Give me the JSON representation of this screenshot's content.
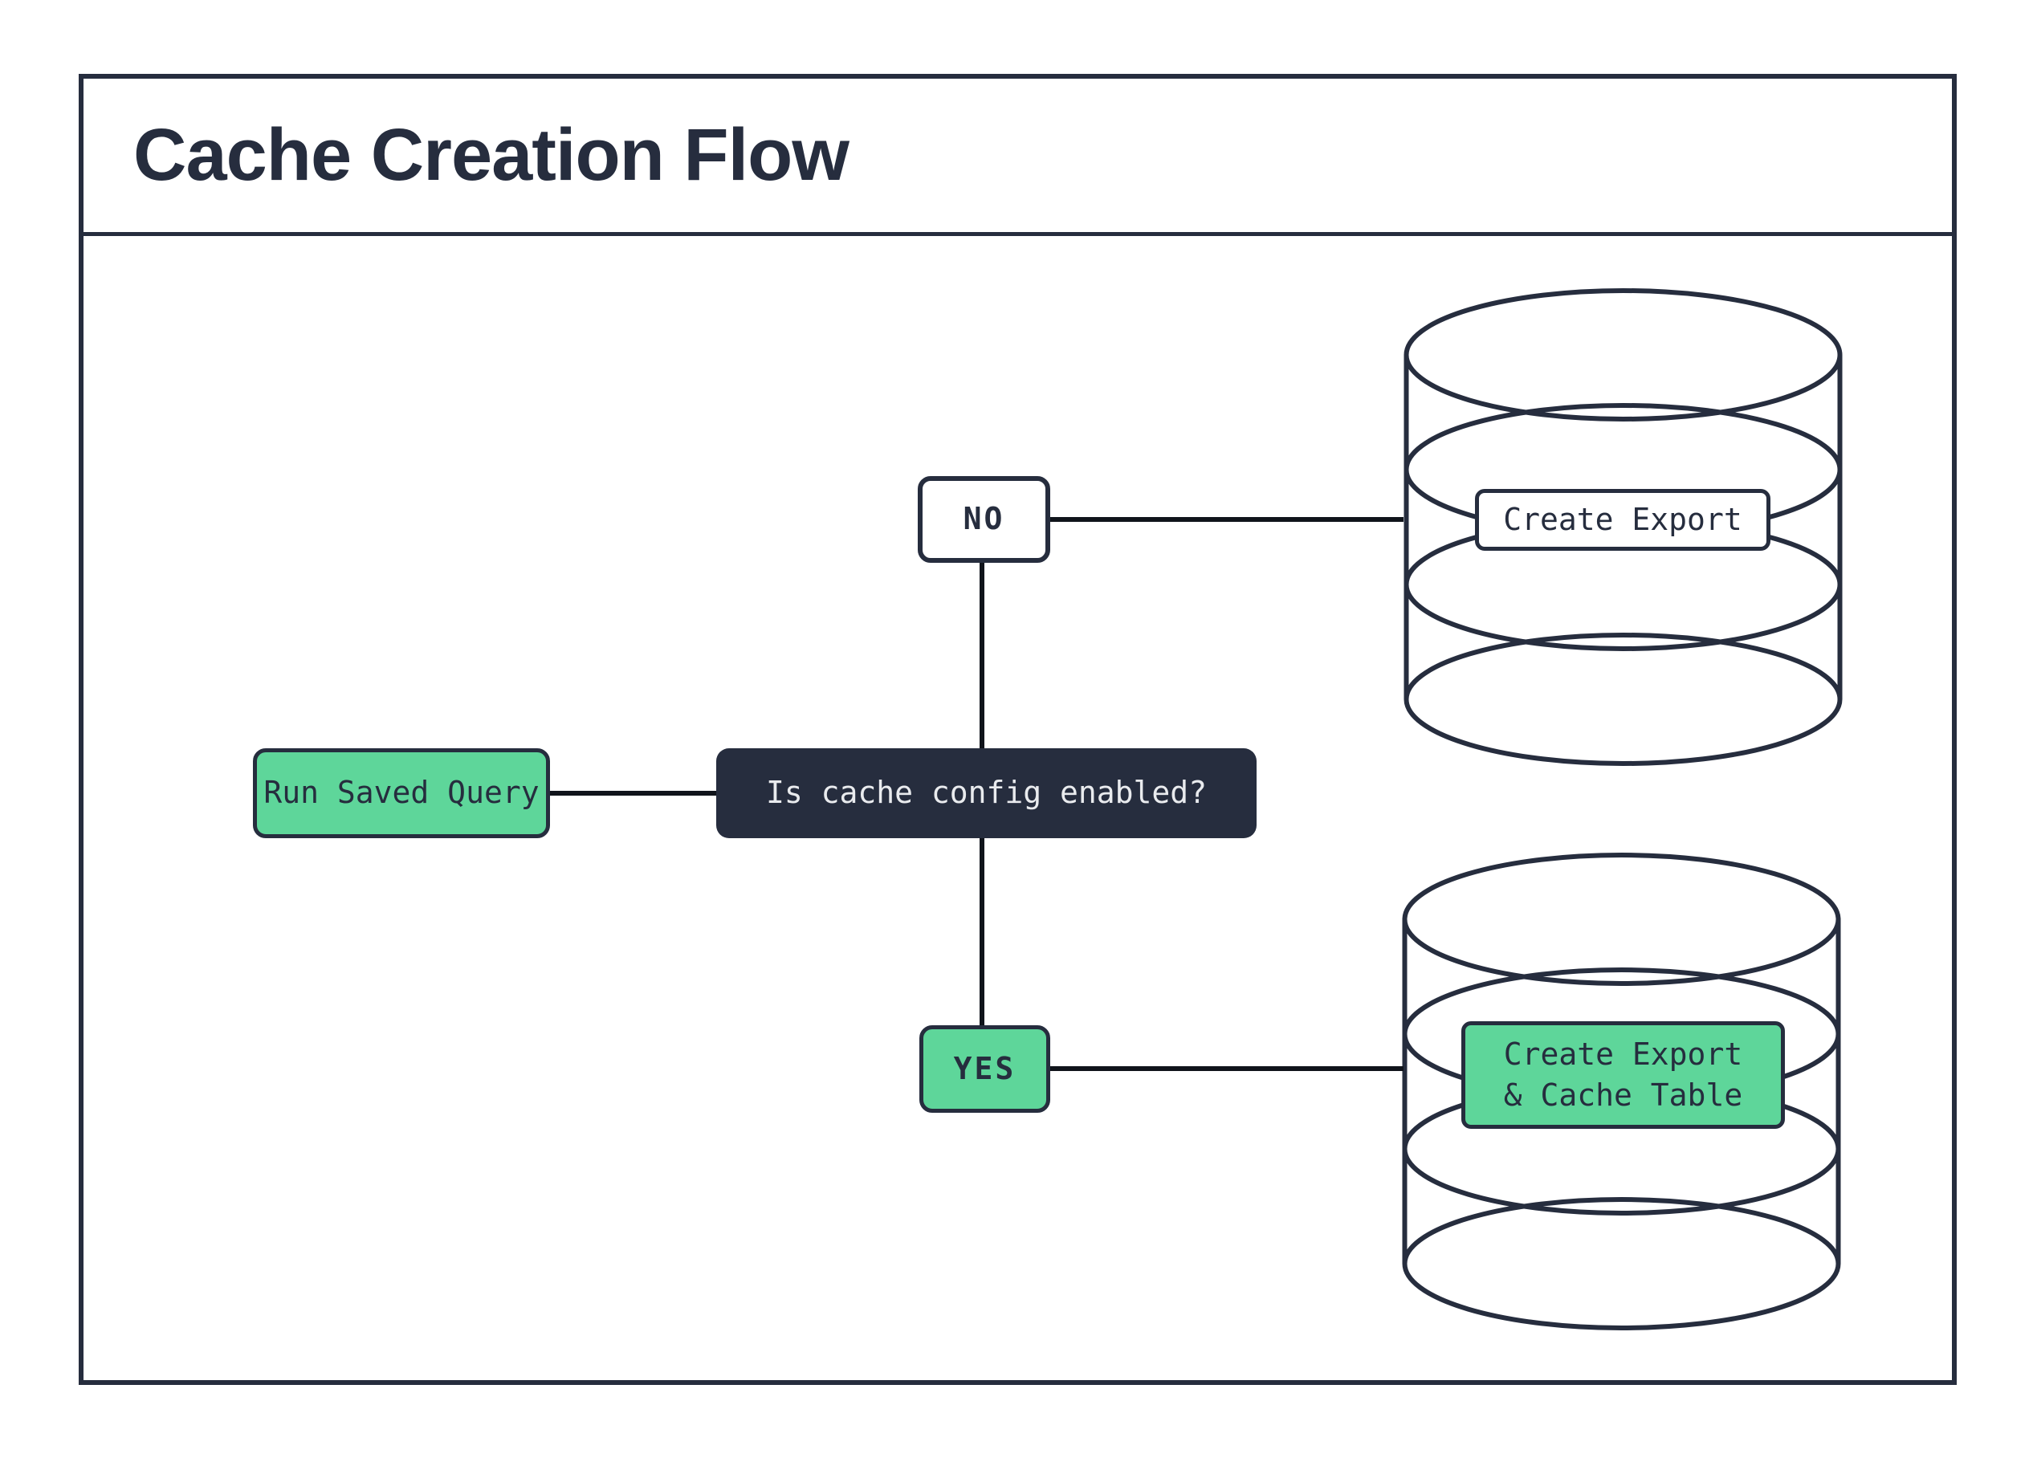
{
  "title": "Cache Creation Flow",
  "flow": {
    "start": {
      "label": "Run Saved Query"
    },
    "decision": {
      "label": "Is cache config enabled?"
    },
    "branches": {
      "no": {
        "label": "NO",
        "result": {
          "label": "Create Export"
        }
      },
      "yes": {
        "label": "YES",
        "result": {
          "line1": "Create Export",
          "line2": "& Cache Table"
        }
      }
    }
  },
  "icons": {
    "no_result_icon": "database-icon",
    "yes_result_icon": "database-icon"
  },
  "colors": {
    "accent_green": "#5ed69a",
    "dark_navy": "#262d3e",
    "connector_black": "#10141b",
    "light_text": "#e9ebee",
    "background": "#ffffff"
  }
}
